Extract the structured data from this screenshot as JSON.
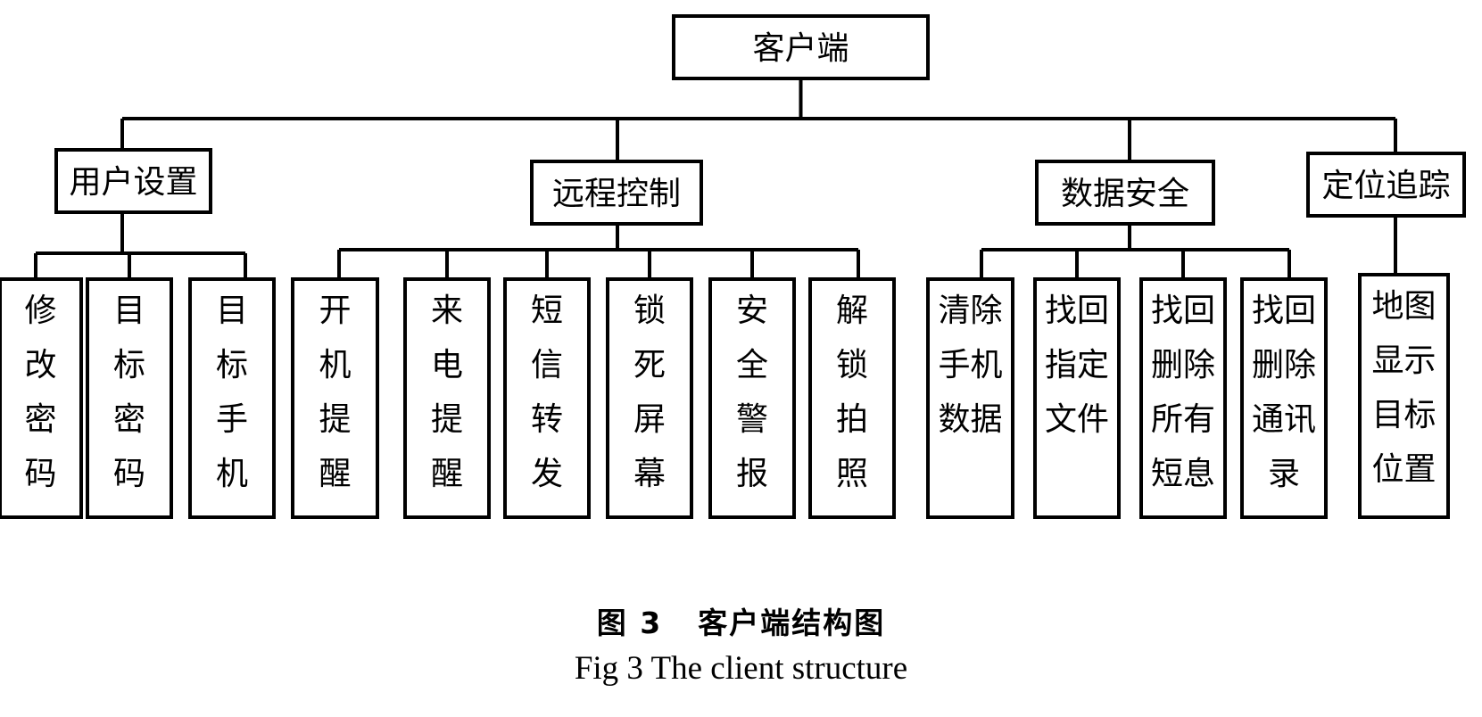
{
  "diagram": {
    "root": {
      "id": "root",
      "label": "客户端"
    },
    "groups": [
      {
        "id": "user-settings",
        "label": "用户设置",
        "children": [
          {
            "id": "change-password",
            "label": "修改密码"
          },
          {
            "id": "target-password",
            "label": "目标密码"
          },
          {
            "id": "target-phone",
            "label": "目标手机"
          }
        ]
      },
      {
        "id": "remote-control",
        "label": "远程控制",
        "children": [
          {
            "id": "boot-alert",
            "label": "开机提醒"
          },
          {
            "id": "call-alert",
            "label": "来电提醒"
          },
          {
            "id": "sms-forward",
            "label": "短信转发"
          },
          {
            "id": "lock-screen",
            "label": "锁死屏幕"
          },
          {
            "id": "security-alarm",
            "label": "安全警报"
          },
          {
            "id": "unlock-photo",
            "label": "解锁拍照"
          }
        ]
      },
      {
        "id": "data-security",
        "label": "数据安全",
        "children": [
          {
            "id": "clear-phone-data",
            "label": "清除手机数据"
          },
          {
            "id": "retrieve-files",
            "label": "找回指定文件"
          },
          {
            "id": "retrieve-deleted-sms",
            "label": "找回删除所有短息"
          },
          {
            "id": "retrieve-deleted-contacts",
            "label": "找回删除通讯录"
          }
        ]
      },
      {
        "id": "location-tracking",
        "label": "定位追踪",
        "children": [
          {
            "id": "map-show-target",
            "label": "地图显示目标位置"
          }
        ]
      }
    ]
  },
  "caption": {
    "figure_number": "图 3",
    "title_cn": "客户端结构图",
    "title_en": "Fig 3 The client structure"
  }
}
